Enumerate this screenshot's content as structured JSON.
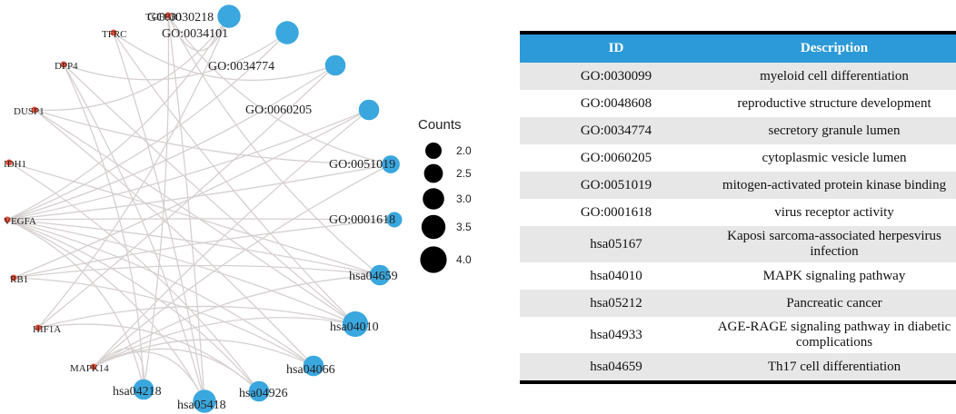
{
  "legend": {
    "title": "Counts",
    "items": [
      "2.0",
      "2.5",
      "3.0",
      "3.5",
      "4.0"
    ],
    "values": [
      2.0,
      2.5,
      3.0,
      3.5,
      4.0
    ]
  },
  "colors": {
    "gene": "#e8503a",
    "term": "#3aa7de",
    "edge": "#d6d0d0",
    "header": "#2c9ad8"
  },
  "network": {
    "genes": [
      "TGFBR1",
      "TFRC",
      "DPP4",
      "DUSP1",
      "IDH1",
      "VEGFA",
      "RB1",
      "HIF1A",
      "MAPK14"
    ],
    "terms": [
      {
        "id": "GO:0030218",
        "count": 3.5
      },
      {
        "id": "GO:0034101",
        "count": 3.5
      },
      {
        "id": "GO:0034774",
        "count": 3.0
      },
      {
        "id": "GO:0060205",
        "count": 3.0
      },
      {
        "id": "GO:0051019",
        "count": 2.5
      },
      {
        "id": "GO:0001618",
        "count": 2.0
      },
      {
        "id": "hsa04659",
        "count": 3.0
      },
      {
        "id": "hsa04010",
        "count": 4.0
      },
      {
        "id": "hsa04066",
        "count": 3.0
      },
      {
        "id": "hsa04926",
        "count": 3.0
      },
      {
        "id": "hsa05418",
        "count": 3.5
      },
      {
        "id": "hsa04218",
        "count": 3.0
      }
    ]
  },
  "table": {
    "headers": [
      "ID",
      "Description"
    ],
    "rows": [
      [
        "GO:0030099",
        "myeloid cell differentiation"
      ],
      [
        "GO:0048608",
        "reproductive structure development"
      ],
      [
        "GO:0034774",
        "secretory granule lumen"
      ],
      [
        "GO:0060205",
        "cytoplasmic vesicle lumen"
      ],
      [
        "GO:0051019",
        "mitogen-activated protein kinase binding"
      ],
      [
        "GO:0001618",
        "virus receptor activity"
      ],
      [
        "hsa05167",
        "Kaposi sarcoma-associated herpesvirus infection"
      ],
      [
        "hsa04010",
        "MAPK signaling pathway"
      ],
      [
        "hsa05212",
        "Pancreatic cancer"
      ],
      [
        "hsa04933",
        "AGE-RAGE signaling pathway in diabetic complications"
      ],
      [
        "hsa04659",
        "Th17 cell differentiation"
      ]
    ]
  }
}
